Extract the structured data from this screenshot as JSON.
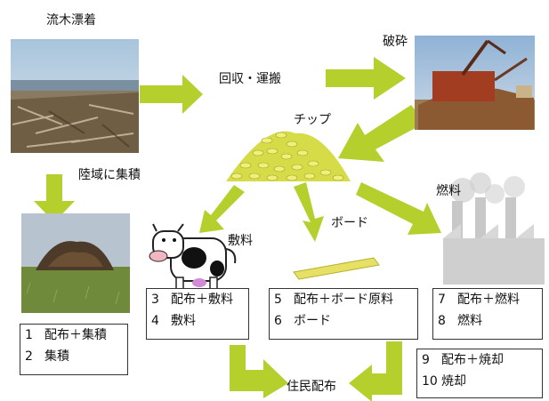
{
  "colors": {
    "arrow": "#b5cf2d",
    "chip": "#e3e85a",
    "board": "#e6e064",
    "factory": "#d0d0d0"
  },
  "labels": {
    "driftwood": "流木漂着",
    "collect_transport": "回収・運搬",
    "crush": "破砕",
    "chip": "チップ",
    "land_pile": "陸域に集積",
    "bedding": "敷料",
    "board": "ボード",
    "fuel": "燃料",
    "distribution": "住民配布"
  },
  "boxes": {
    "pile": [
      {
        "num": "1",
        "text": "配布＋集積"
      },
      {
        "num": "2",
        "text": "集積"
      }
    ],
    "bedding": [
      {
        "num": "3",
        "text": "配布＋敷料"
      },
      {
        "num": "4",
        "text": "敷料"
      }
    ],
    "board": [
      {
        "num": "5",
        "text": "配布＋ボード原料"
      },
      {
        "num": "6",
        "text": "ボード"
      }
    ],
    "fuel": [
      {
        "num": "7",
        "text": "配布＋燃料"
      },
      {
        "num": "8",
        "text": "燃料"
      }
    ],
    "burn": [
      {
        "num": "9",
        "text": "配布＋焼却"
      },
      {
        "num": "10",
        "text": "焼却"
      }
    ]
  }
}
